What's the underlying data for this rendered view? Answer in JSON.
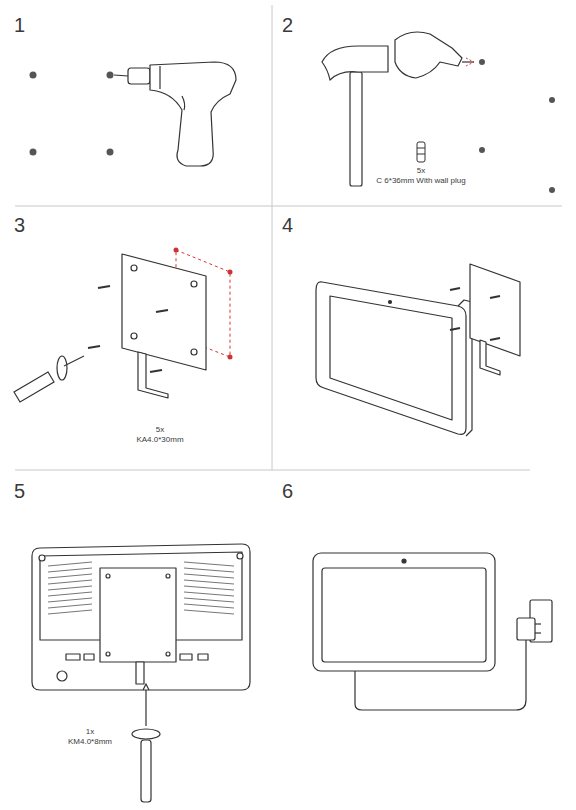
{
  "diagram": {
    "labels": [
      "1",
      "2",
      "3",
      "4",
      "5",
      "6",
      "5x",
      "C 6*36mm With wall plug",
      "5x",
      "KA4.0*30mm",
      "1x",
      "KM4.0*8mm"
    ]
  }
}
